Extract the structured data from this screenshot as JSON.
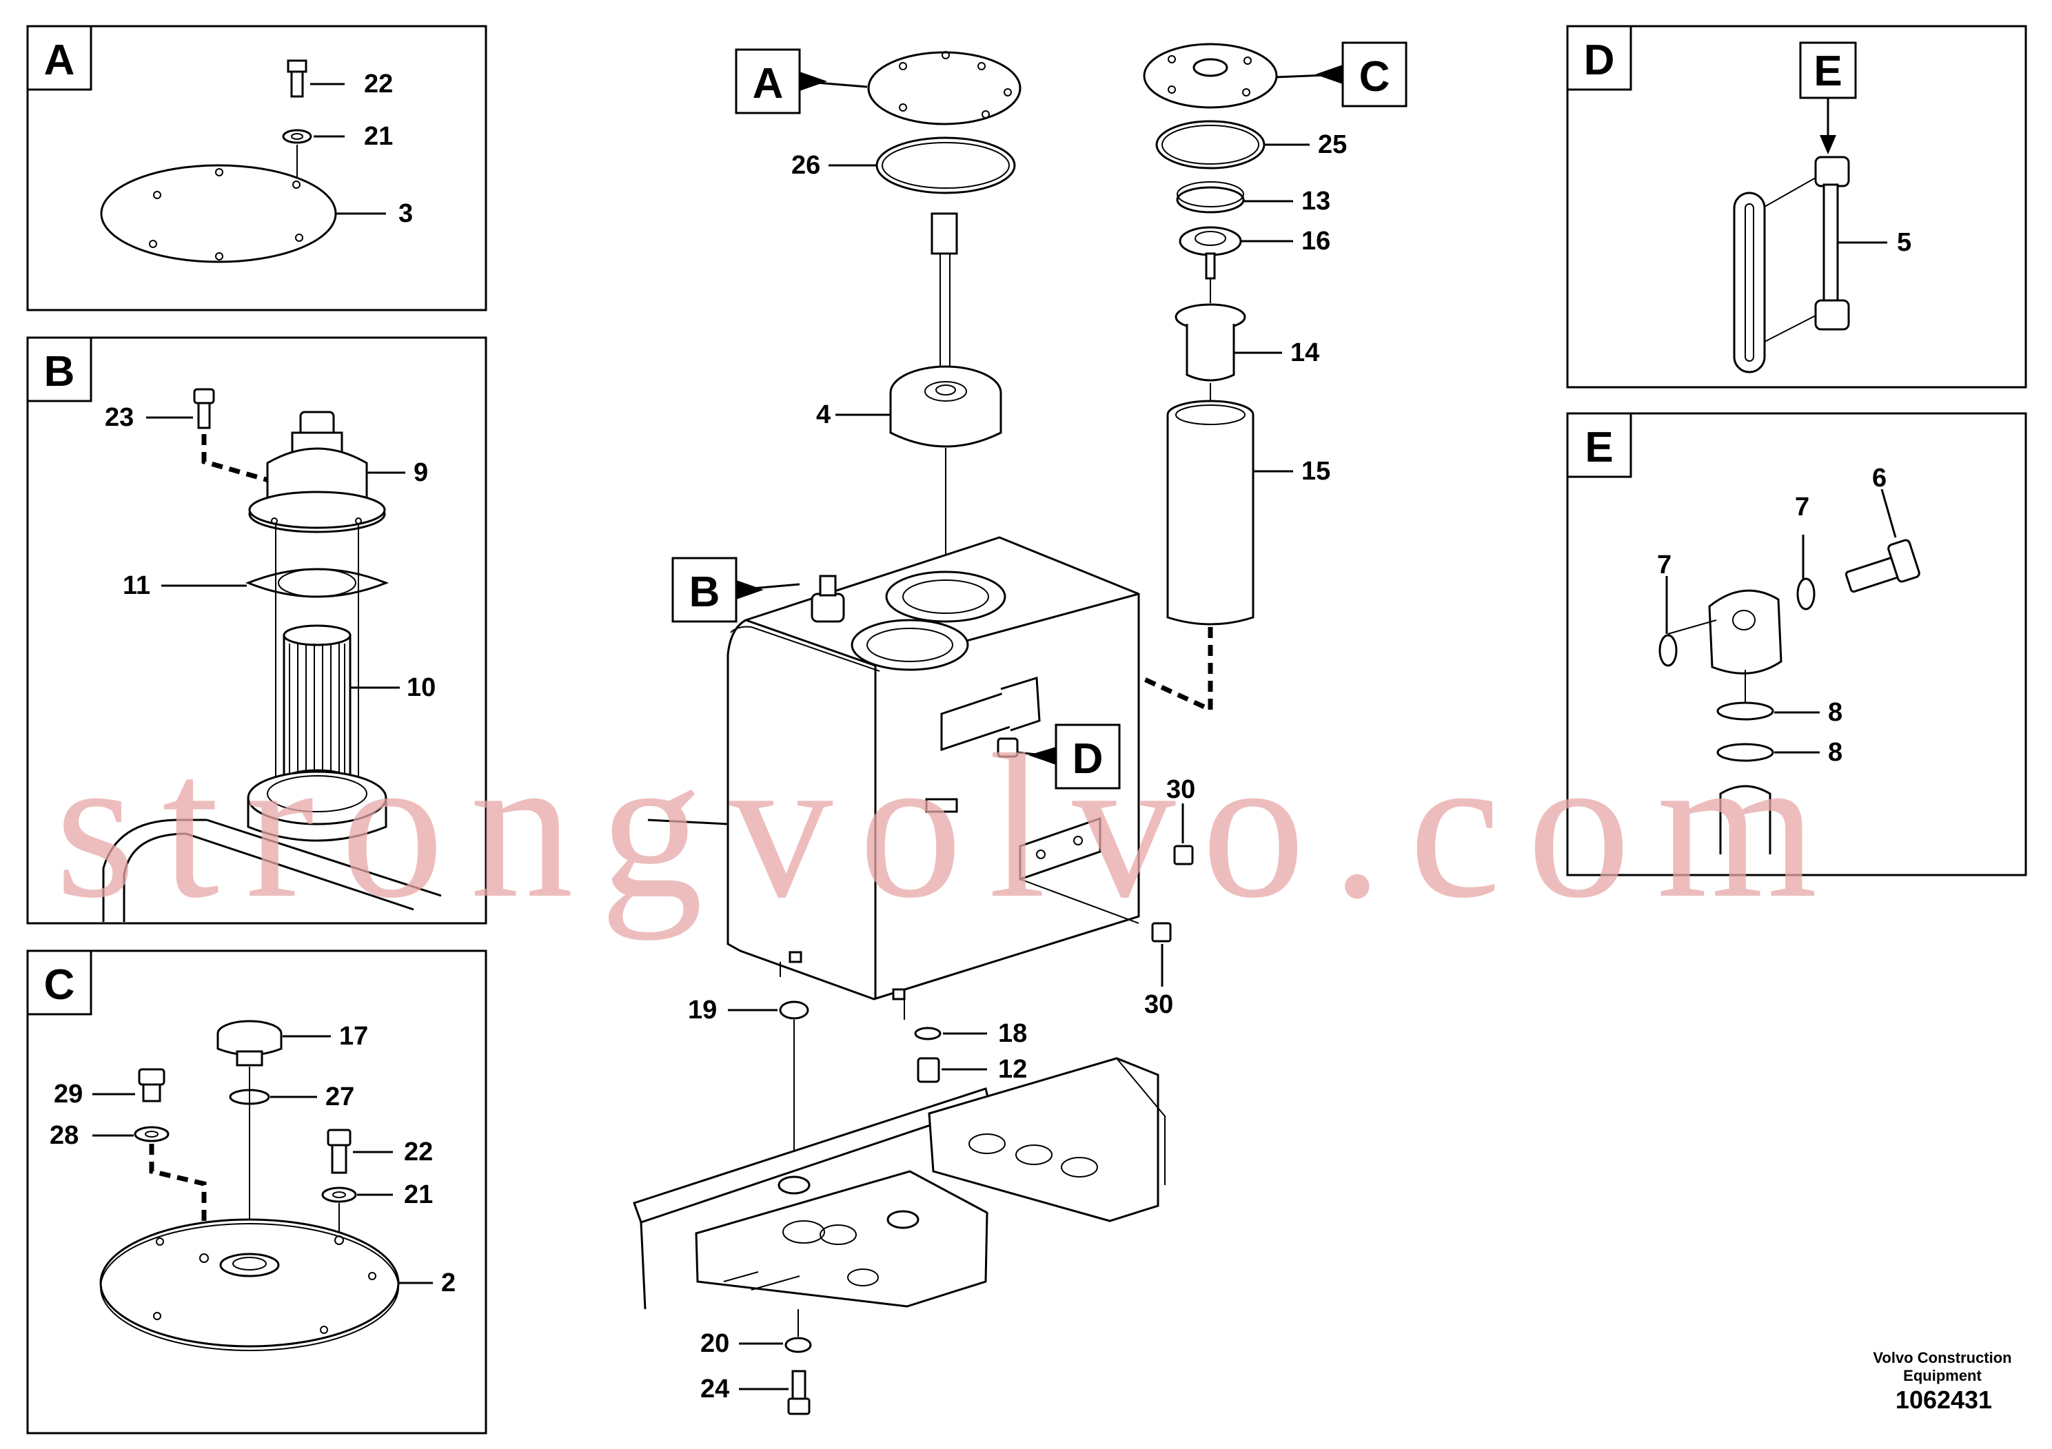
{
  "callouts": {
    "a_22": "22",
    "a_21": "21",
    "a_3": "3",
    "b_23": "23",
    "b_9": "9",
    "b_11": "11",
    "b_10": "10",
    "c_17": "17",
    "c_29": "29",
    "c_27": "27",
    "c_28": "28",
    "c_22": "22",
    "c_21": "21",
    "c_2": "2",
    "m_26": "26",
    "m_4": "4",
    "m_25": "25",
    "m_13": "13",
    "m_16": "16",
    "m_14": "14",
    "m_15": "15",
    "m_30a": "30",
    "m_30b": "30",
    "m_19": "19",
    "m_18": "18",
    "m_12": "12",
    "m_20": "20",
    "m_24": "24",
    "d_5": "5",
    "e_6": "6",
    "e_7a": "7",
    "e_7b": "7",
    "e_8a": "8",
    "e_8b": "8"
  },
  "tags": {
    "panel_a": "A",
    "panel_b": "B",
    "panel_c": "C",
    "panel_d": "D",
    "panel_e": "E",
    "main_a": "A",
    "main_b": "B",
    "main_c": "C",
    "main_d": "D",
    "d_e": "E"
  },
  "footer": {
    "company_line1": "Volvo Construction",
    "company_line2": "Equipment",
    "drawing_number": "1062431"
  },
  "watermark": "strongvolvo.com"
}
